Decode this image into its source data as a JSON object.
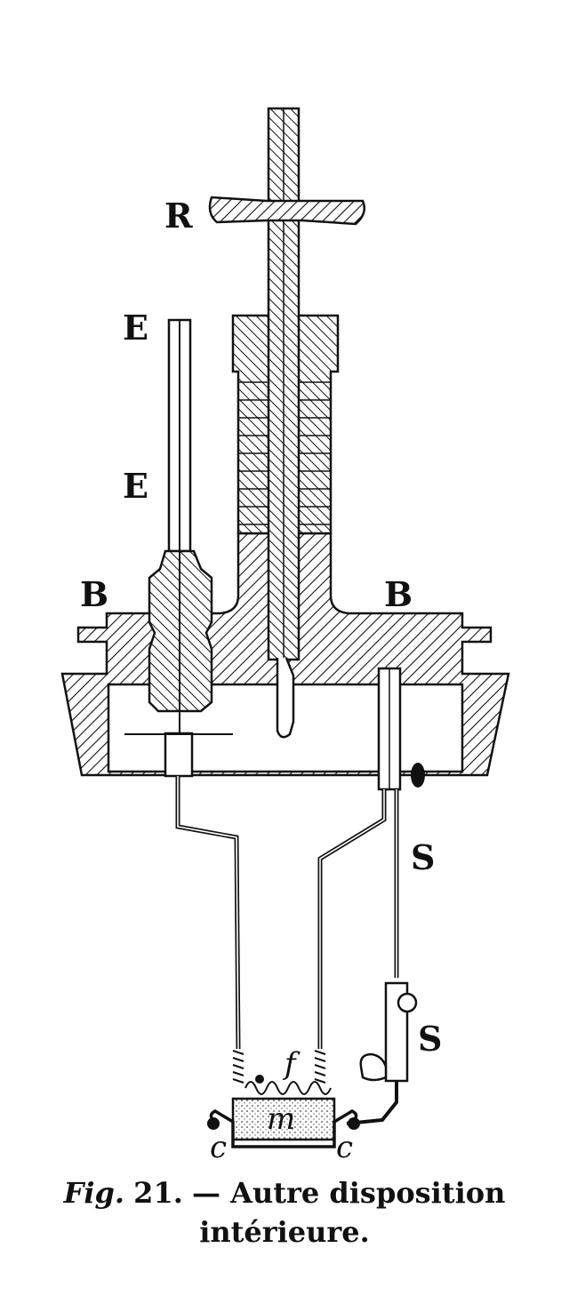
{
  "labels": {
    "R": "R",
    "E_top": "E",
    "E_mid": "E",
    "B_left": "B",
    "B_right": "B",
    "S_top": "S",
    "S_bottom": "S",
    "f": "f",
    "m": "m",
    "c_left": "c",
    "c_right": "c"
  },
  "caption": {
    "fig_label": "Fig.",
    "fig_number": "21.",
    "line1_text": "— Autre disposition",
    "line2_text": "intérieure."
  }
}
